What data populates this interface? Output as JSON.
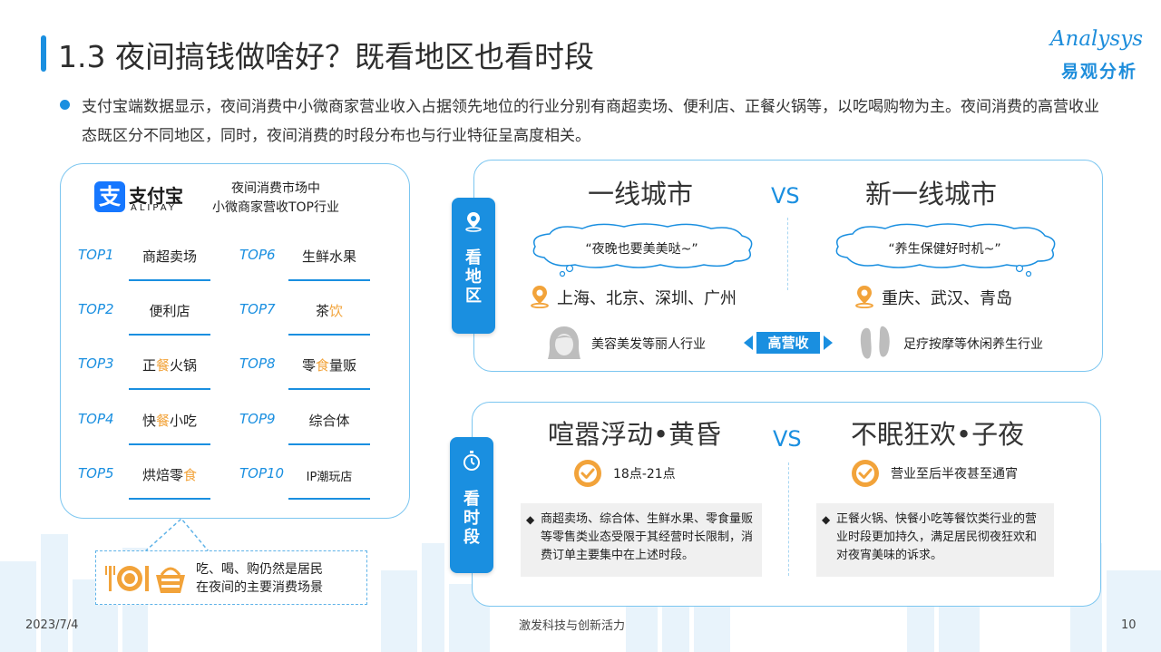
{
  "title": "1.3 夜间搞钱做啥好？既看地区也看时段",
  "logo": {
    "en": "Analysys",
    "cn": "易观分析"
  },
  "intro": "支付宝端数据显示，夜间消费中小微商家营业收入占据领先地位的行业分别有商超卖场、便利店、正餐火锅等，以吃喝购物为主。夜间消费的高营收业态既区分不同地区，同时，夜间消费的时段分布也与行业特征呈高度相关。",
  "alipay": {
    "mark": "支",
    "cn": "支付宝",
    "en": "ALIPAY"
  },
  "left_panel": {
    "title_line1": "夜间消费市场中",
    "title_line2": "小微商家营收TOP行业",
    "top_left": [
      {
        "rank": "TOP1",
        "name_a": "商超卖场",
        "name_hl": "",
        "name_b": ""
      },
      {
        "rank": "TOP2",
        "name_a": "便利店",
        "name_hl": "",
        "name_b": ""
      },
      {
        "rank": "TOP3",
        "name_a": "正",
        "name_hl": "餐",
        "name_b": "火锅"
      },
      {
        "rank": "TOP4",
        "name_a": "快",
        "name_hl": "餐",
        "name_b": "小吃"
      },
      {
        "rank": "TOP5",
        "name_a": "烘焙零",
        "name_hl": "食",
        "name_b": ""
      }
    ],
    "top_right": [
      {
        "rank": "TOP6",
        "name_a": "生鲜水果",
        "name_hl": "",
        "name_b": ""
      },
      {
        "rank": "TOP7",
        "name_a": "茶",
        "name_hl": "饮",
        "name_b": ""
      },
      {
        "rank": "TOP8",
        "name_a": "零",
        "name_hl": "食",
        "name_b": "量贩"
      },
      {
        "rank": "TOP9",
        "name_a": "综合体",
        "name_hl": "",
        "name_b": ""
      },
      {
        "rank": "TOP10",
        "name_a": "IP潮玩店",
        "name_hl": "",
        "name_b": ""
      }
    ],
    "callout_line1": "吃、喝、购仍然是居民",
    "callout_line2": "在夜间的主要消费场景"
  },
  "region": {
    "tab_label_1": "看",
    "tab_label_2": "地",
    "tab_label_3": "区",
    "left_heading": "一线城市",
    "vs": "VS",
    "right_heading": "新一线城市",
    "left_quote": "“夜晚也要美美哒~”",
    "right_quote": "“养生保健好时机~”",
    "left_cities": "上海、北京、深圳、广州",
    "right_cities": "重庆、武汉、青岛",
    "left_industry": "美容美发等丽人行业",
    "right_industry": "足疗按摩等休闲养生行业",
    "badge": "高营收"
  },
  "time": {
    "tab_label_1": "看",
    "tab_label_2": "时",
    "tab_label_3": "段",
    "left_heading": "喧嚣浮动•黄昏",
    "vs": "VS",
    "right_heading": "不眠狂欢•子夜",
    "left_time": "18点-21点",
    "right_time": "营业至后半夜甚至通宵",
    "left_desc": "商超卖场、综合体、生鲜水果、零食量贩等零售类业态受限于其经营时长限制，消费订单主要集中在上述时段。",
    "right_desc": "正餐火锅、快餐小吃等餐饮类行业的营业时段更加持久，满足居民彻夜狂欢和对夜宵美味的诉求。",
    "desc_marker": "◆"
  },
  "footer": {
    "date": "2023/7/4",
    "center": "激发科技与创新活力",
    "page": "10"
  },
  "colors": {
    "accent": "#1a8fe0",
    "highlight": "#f2a33a",
    "border": "#7cc6f0"
  },
  "icons": [
    "location-pin-icon",
    "stopwatch-icon",
    "map-pin-icon",
    "woman-face-icon",
    "feet-icon",
    "check-circle-icon",
    "restaurant-icon",
    "shopping-basket-icon",
    "cloud-bubble-icon"
  ]
}
